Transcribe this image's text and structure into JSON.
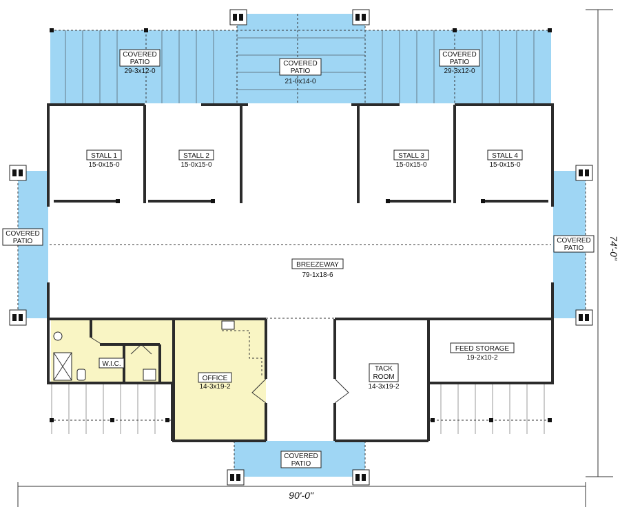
{
  "rooms": {
    "patio_top_left": {
      "name": "COVERED\nPATIO",
      "size": "29-3x12-0"
    },
    "patio_top_center": {
      "name": "COVERED\nPATIO",
      "size": "21-0x14-0"
    },
    "patio_top_right": {
      "name": "COVERED\nPATIO",
      "size": "29-3x12-0"
    },
    "patio_left": {
      "name": "COVERED\nPATIO"
    },
    "patio_right": {
      "name": "COVERED\nPATIO"
    },
    "patio_bottom": {
      "name": "COVERED\nPATIO"
    },
    "stall1": {
      "name": "STALL 1",
      "size": "15-0x15-0"
    },
    "stall2": {
      "name": "STALL 2",
      "size": "15-0x15-0"
    },
    "stall3": {
      "name": "STALL 3",
      "size": "15-0x15-0"
    },
    "stall4": {
      "name": "STALL 4",
      "size": "15-0x15-0"
    },
    "breezeway": {
      "name": "BREEZEWAY",
      "size": "79-1x18-6"
    },
    "wic": {
      "name": "W.I.C."
    },
    "office": {
      "name": "OFFICE",
      "size": "14-3x19-2"
    },
    "tack": {
      "name": "TACK\nROOM",
      "size": "14-3x19-2"
    },
    "feed": {
      "name": "FEED STORAGE",
      "size": "19-2x10-2"
    }
  },
  "dimensions": {
    "width": "90'-0\"",
    "depth": "74'-0\""
  },
  "colors": {
    "patio": "#9fd6f4",
    "office_suite": "#f9f5c4",
    "wall": "#2b2b2b"
  }
}
